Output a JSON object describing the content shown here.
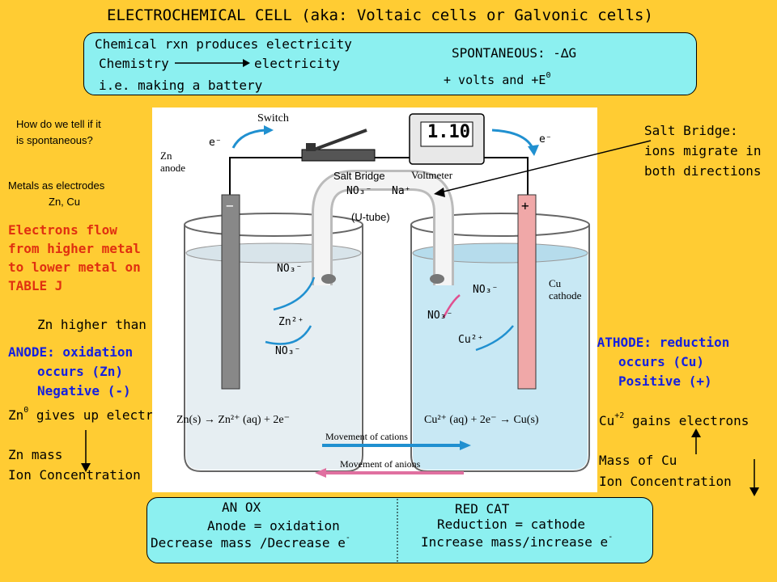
{
  "title": "ELECTROCHEMICAL CELL (aka:  Voltaic cells or Galvonic cells)",
  "top_box": {
    "line1": "Chemical rxn produces electricity",
    "chem": "Chemistry",
    "elec": "electricity",
    "line3": "i.e. making a battery",
    "spont": "SPONTANEOUS: -∆G",
    "volts_prefix": "+ volts  and  +E",
    "volts_sup": "0"
  },
  "left": {
    "question": [
      "How do we tell if it",
      "is spontaneous?"
    ],
    "metals": [
      "Metals as electrodes",
      "Zn, Cu"
    ],
    "electrons_flow": [
      "Electrons flow",
      "from higher metal",
      "to lower metal on",
      "TABLE J"
    ],
    "zn_higher": "Zn higher than Cu",
    "anode": [
      "ANODE:  oxidation",
      "occurs  (Zn)",
      "Negative (-)"
    ],
    "zn_gives_prefix": "Zn",
    "zn_gives_sup": "0",
    "zn_gives_suffix": " gives up electrons",
    "zn_mass": "Zn mass",
    "ion_conc": "Ion Concentration"
  },
  "right": {
    "salt_bridge_note": [
      "Salt Bridge:",
      "ions migrate in",
      "both directions"
    ],
    "cathode": [
      "CATHODE:  reduction",
      "occurs  (Cu)",
      "Positive (+)"
    ],
    "cu_gains_prefix": "Cu",
    "cu_gains_sup": "+2",
    "cu_gains_suffix": " gains electrons",
    "mass_cu": "Mass of Cu",
    "ion_conc": "Ion Concentration"
  },
  "figure": {
    "switch": "Switch",
    "voltmeter": "Voltmeter",
    "reading": "1.10",
    "zn_anode": [
      "Zn",
      "anode"
    ],
    "cu_cathode": [
      "Cu",
      "cathode"
    ],
    "electron": "e⁻",
    "salt_bridge": "Salt Bridge",
    "u_tube": "(U-tube)",
    "no3": "NO₃⁻",
    "na": "Na⁺",
    "zn2": "Zn²⁺",
    "cu2": "Cu²⁺",
    "minus": "−",
    "plus": "+",
    "eq_left": "Zn(s) → Zn²⁺ (aq) + 2e⁻",
    "eq_right": "Cu²⁺ (aq) + 2e⁻ → Cu(s)",
    "cations": "Movement of cations",
    "anions": "Movement of anions"
  },
  "bottom_box": {
    "an_ox": "AN    OX",
    "anode_eq": "Anode = oxidation",
    "decrease": "Decrease mass /Decrease e",
    "decrease_sup": "-",
    "red_cat": "RED     CAT",
    "reduction_eq": "Reduction = cathode",
    "increase": "Increase mass/increase e",
    "increase_sup": "-"
  }
}
